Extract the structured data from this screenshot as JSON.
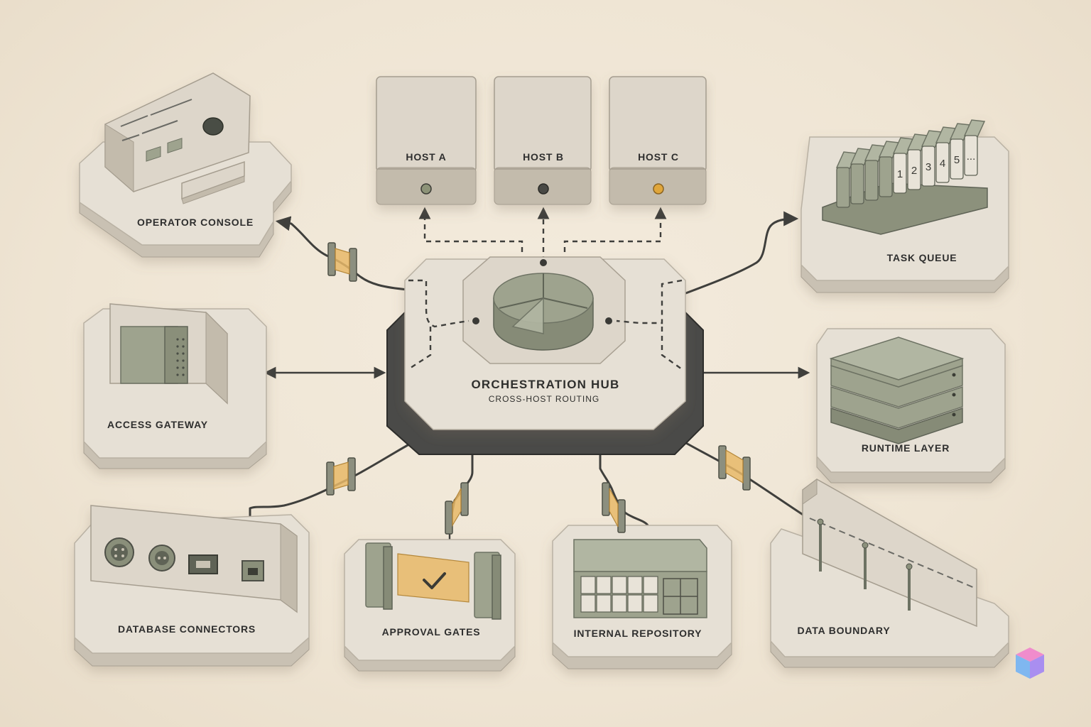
{
  "diagram": {
    "hub": {
      "title": "ORCHESTRATION HUB",
      "subtitle": "CROSS-HOST ROUTING"
    },
    "hosts": [
      {
        "label": "HOST A",
        "status_color": "#8d9378"
      },
      {
        "label": "HOST B",
        "status_color": "#4a4a45"
      },
      {
        "label": "HOST C",
        "status_color": "#e0a63a"
      }
    ],
    "nodes": {
      "operator_console": "OPERATOR CONSOLE",
      "task_queue": "TASK QUEUE",
      "access_gateway": "ACCESS GATEWAY",
      "runtime_layer": "RUNTIME LAYER",
      "database_connectors": "DATABASE CONNECTORS",
      "approval_gates": "APPROVAL GATES",
      "internal_repository": "INTERNAL REPOSITORY",
      "data_boundary": "DATA BOUNDARY"
    },
    "queue_slots": [
      "1",
      "2",
      "3",
      "4",
      "5",
      "..."
    ]
  },
  "colors": {
    "background": "#efe5d4",
    "platform": "#e6e0d5",
    "device_green": "#9ea38e",
    "accent_amber": "#e7b968",
    "hub_base": "#4a4a48"
  },
  "icons": [
    "console-icon",
    "server-stack-icon",
    "gateway-icon",
    "connector-port-icon",
    "checkmark-icon",
    "repository-icon",
    "fence-icon",
    "tap-icon",
    "brand-cube-icon"
  ]
}
